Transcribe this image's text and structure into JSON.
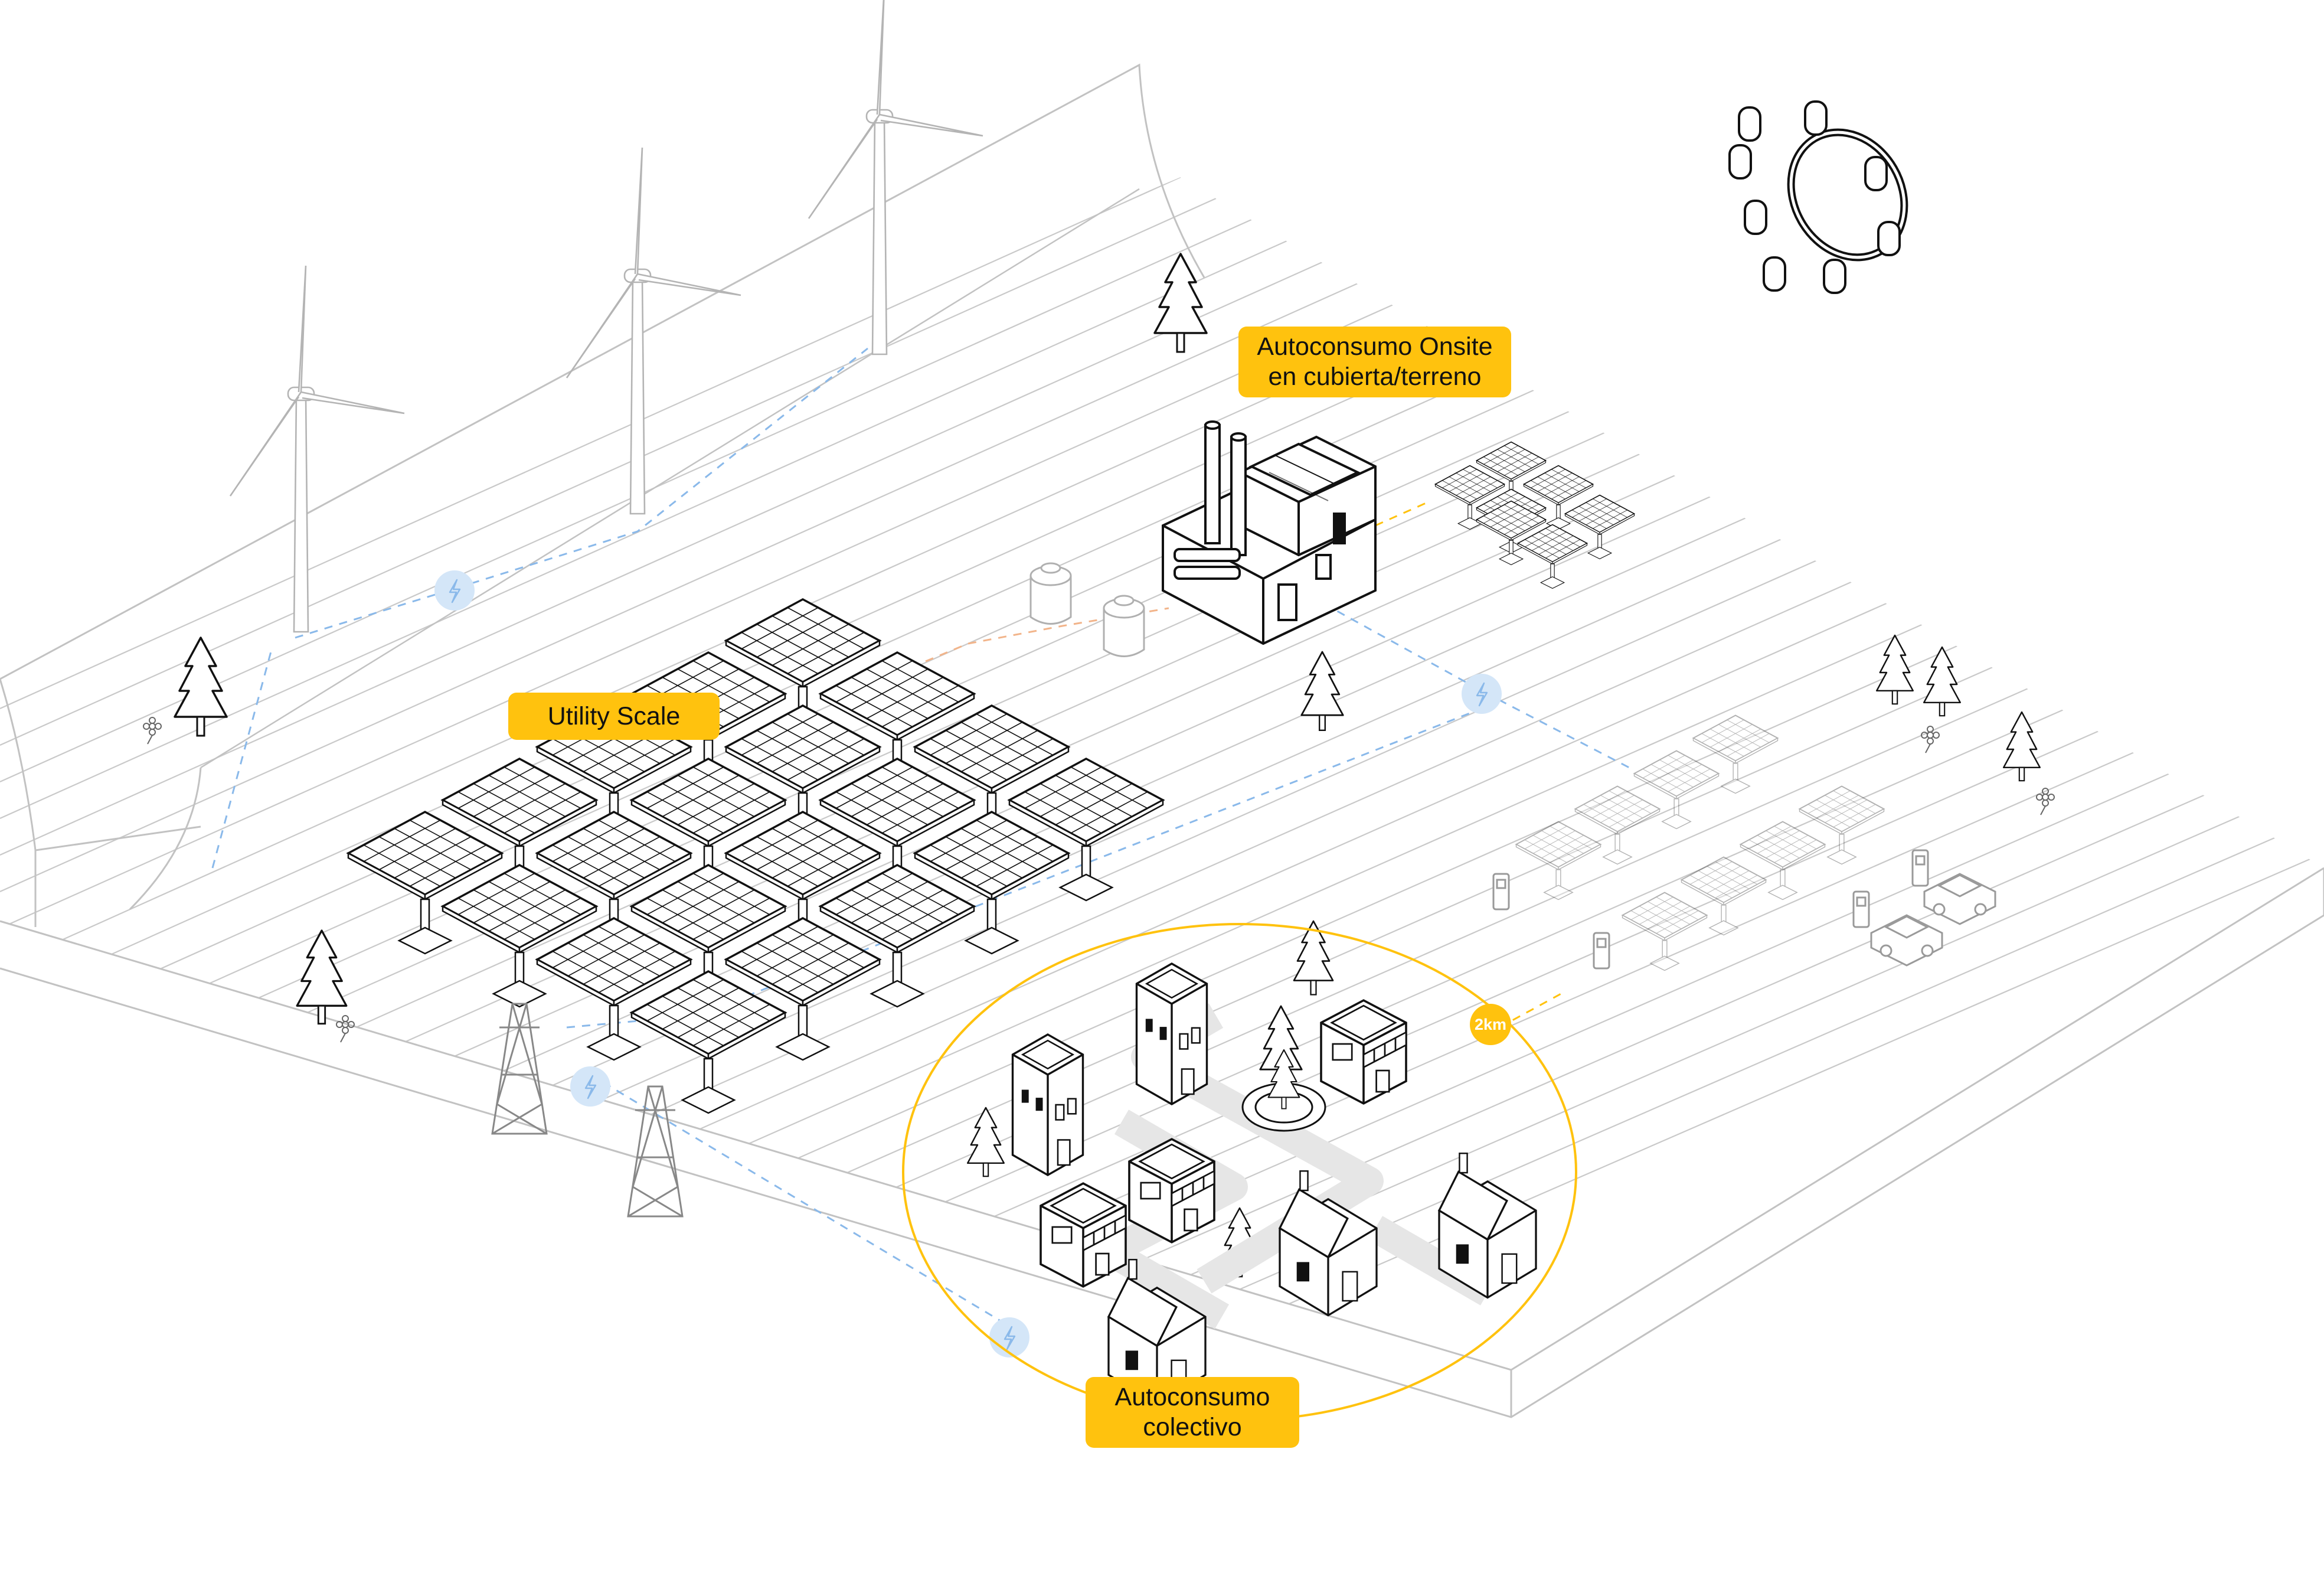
{
  "labels": {
    "onsite": "Autoconsumo Onsite\nen cubierta/terreno",
    "utility": "Utility Scale",
    "colectivo": "Autoconsumo\ncolectivo",
    "radius": "2km"
  },
  "colors": {
    "accent": "#FFC20E",
    "line": "#111111",
    "ground_line": "#c9c9c9",
    "flow": "#8ab9ea",
    "faint": "#b9b9b9"
  },
  "icons": [
    "sun-icon",
    "wind-turbine-icon",
    "tree-icon",
    "flower-icon",
    "factory-icon",
    "solar-panel-icon",
    "battery-icon",
    "transmission-tower-icon",
    "flow-node-icon",
    "house-icon",
    "building-icon",
    "shop-icon",
    "fountain-icon",
    "car-icon",
    "ev-charger-icon"
  ]
}
